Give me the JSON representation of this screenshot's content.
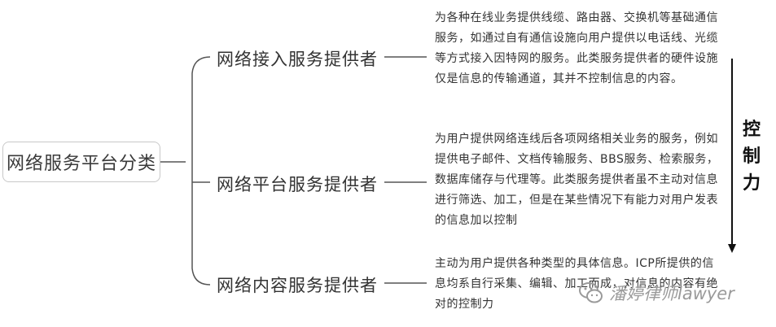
{
  "diagram": {
    "root": "网络服务平台分类",
    "branches": [
      {
        "label": "网络接入服务提供者",
        "description": "为各种在线业务提供线缆、路由器、交换机等基础通信服务，如通过自有通信设施向用户提供以电话线、光缆等方式接入因特网的服务。此类服务提供者的硬件设施仅是信息的传输通道，其并不控制信息的内容。"
      },
      {
        "label": "网络平台服务提供者",
        "description": "为用户提供网络连线后各项网络相关业务的服务，例如提供电子邮件、文档传输服务、BBS服务、检索服务，数据库储存与代理等。此类服务提供者虽不主动对信息进行筛选、加工，但是在某些情况下有能力对用户发表的信息加以控制"
      },
      {
        "label": "网络内容服务提供者",
        "description": "主动为用户提供各种类型的具体信息。ICP所提供的信息均系自行采集、编辑、加工而成，对信息的内容有绝对的控制力"
      }
    ],
    "axis_label": "控制力",
    "watermark": "潘婷律师lawyer",
    "colors": {
      "line": "#555555",
      "text": "#333333",
      "box_border": "#c8c8c8"
    }
  }
}
